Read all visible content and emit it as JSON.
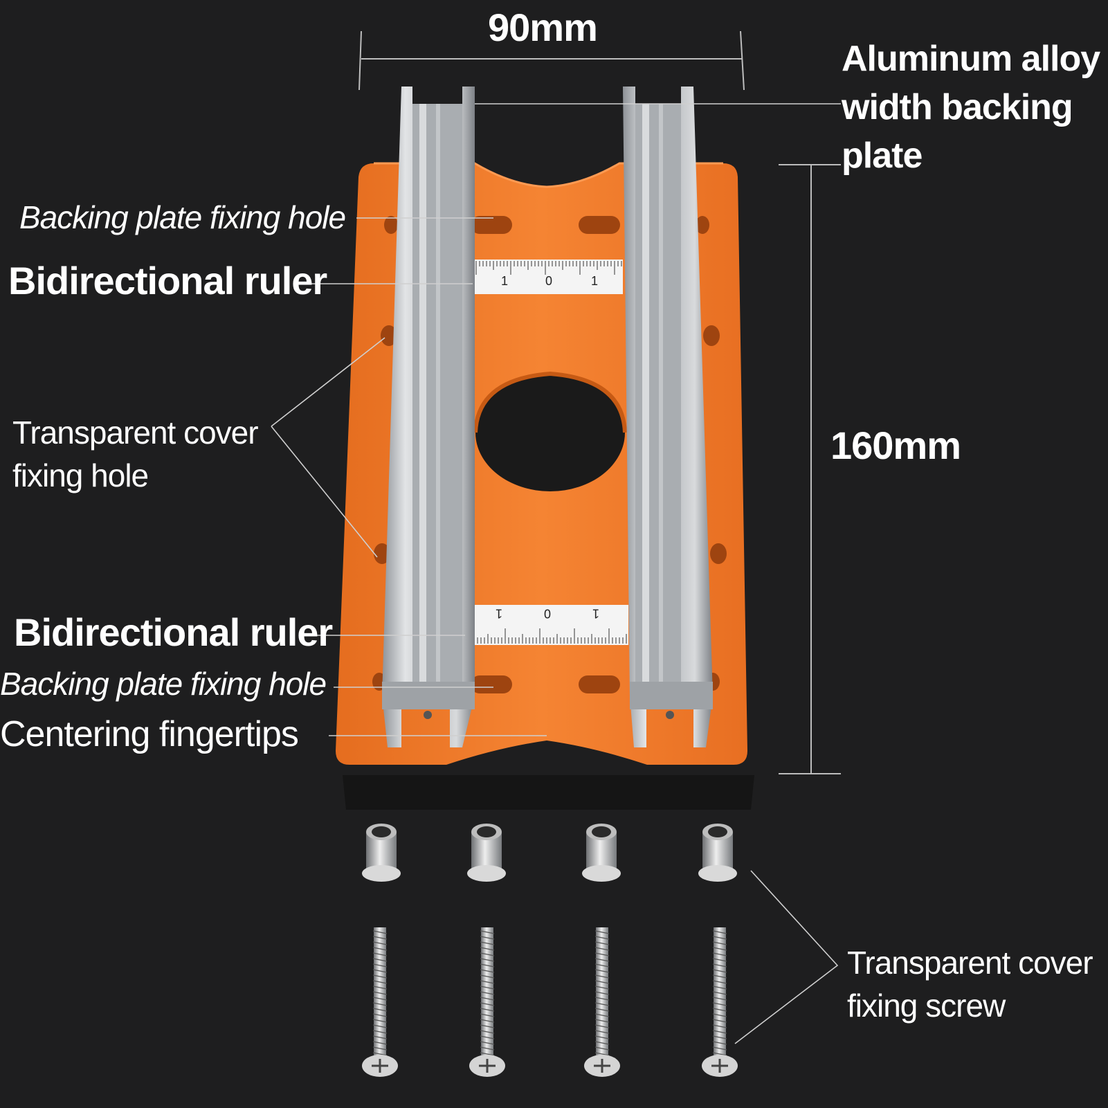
{
  "dimensions": {
    "width_label": "90mm",
    "length_label": "160mm"
  },
  "callouts": {
    "aluminum_plate": [
      "Aluminum alloy",
      "width backing",
      "plate"
    ],
    "backing_hole_top": "Backing plate fixing hole",
    "ruler_top": "Bidirectional ruler",
    "transparent_hole": [
      "Transparent cover",
      "fixing hole"
    ],
    "ruler_bottom": "Bidirectional ruler",
    "backing_hole_bottom": "Backing plate fixing hole",
    "centering": "Centering fingertips",
    "transparent_screw": [
      "Transparent cover",
      "fixing screw"
    ]
  },
  "ruler": {
    "top_digits": [
      "1",
      "0",
      "1"
    ],
    "bottom_digits": [
      "1",
      "0",
      "1"
    ]
  },
  "colors": {
    "background": "#1e1e1f",
    "plate": "#f07a2a",
    "rail": "#c9cccf",
    "leader_line": "#cfcfcf"
  }
}
